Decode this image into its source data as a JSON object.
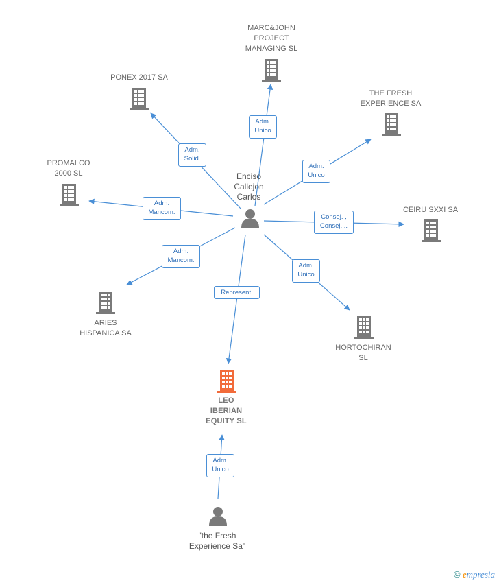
{
  "nodes": {
    "person_main": {
      "label": "Enciso\nCallejon\nCarlos"
    },
    "person_bottom": {
      "label": "\"the Fresh\nExperience Sa\""
    },
    "leo": {
      "label": "LEO\nIBERIAN\nEQUITY  SL",
      "color": "#f26b3a"
    },
    "marcjohn": {
      "label": "MARC&JOHN\nPROJECT\nMANAGING SL"
    },
    "ponex": {
      "label": "PONEX 2017 SA"
    },
    "fresh": {
      "label": "THE FRESH\nEXPERIENCE SA"
    },
    "promalco": {
      "label": "PROMALCO\n2000 SL"
    },
    "ceiru": {
      "label": "CEIRU SXXI SA"
    },
    "aries": {
      "label": "ARIES\nHISPANICA SA"
    },
    "hortochiran": {
      "label": "HORTOCHIRAN\nSL"
    }
  },
  "edges": {
    "marcjohn": "Adm.\nUnico",
    "ponex": "Adm.\nSolid.",
    "fresh": "Adm.\nUnico",
    "promalco": "Adm.\nMancom.",
    "ceiru": "Consej. ,\nConsej....",
    "aries": "Adm.\nMancom.",
    "hortochiran": "Adm.\nUnico",
    "leo": "Represent.",
    "leo_bottom": "Adm.\nUnico"
  },
  "colors": {
    "edge": "#4a8fd6",
    "building": "#7a7a7a",
    "building_main": "#f26b3a",
    "person": "#7a7a7a"
  },
  "footer": {
    "copyright": "©",
    "brand_initial": "e",
    "brand_rest": "mpresia"
  }
}
